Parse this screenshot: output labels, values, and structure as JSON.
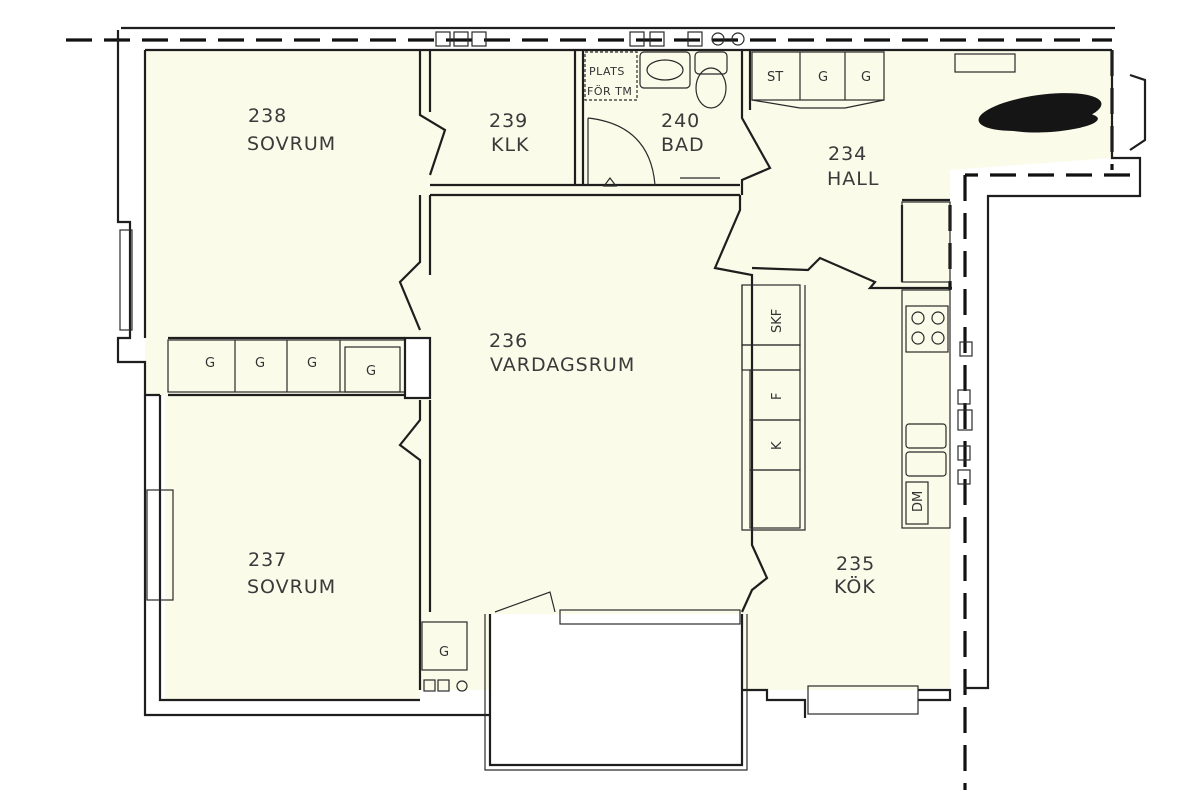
{
  "rooms": {
    "r238": {
      "number": "238",
      "name": "SOVRUM"
    },
    "r239": {
      "number": "239",
      "name": "KLK"
    },
    "r240": {
      "number": "240",
      "name": "BAD"
    },
    "r234": {
      "number": "234",
      "name": "HALL"
    },
    "r236": {
      "number": "236",
      "name": "VARDAGSRUM"
    },
    "r237": {
      "number": "237",
      "name": "SOVRUM"
    },
    "r235": {
      "number": "235",
      "name": "KÖK"
    }
  },
  "labels": {
    "plats_line1": "PLATS",
    "plats_line2": "FÖR TM",
    "st": "ST",
    "g": "G",
    "skf": "SKF",
    "f": "F",
    "k": "K",
    "dm": "DM"
  },
  "colors": {
    "floor": "#fbfbea",
    "wall": "#1e1e1e",
    "redaction": "#151515"
  }
}
